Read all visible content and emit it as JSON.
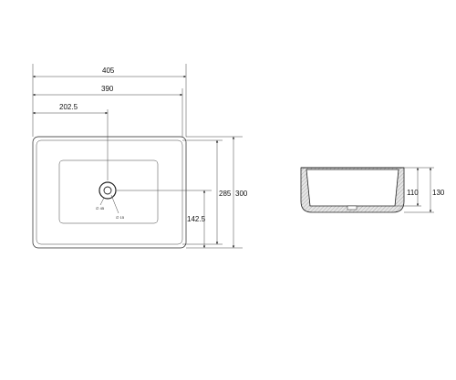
{
  "top_view": {
    "dim_overall_width": "405",
    "dim_inner_width": "390",
    "dim_drain_offset_x": "202.5",
    "dim_inner_depth": "285",
    "dim_overall_depth": "300",
    "dim_drain_offset_y": "142.5",
    "drain_label_outer": "∅ 45",
    "drain_label_inner": "∅ 15"
  },
  "side_view": {
    "dim_inner_height": "110",
    "dim_overall_height": "130"
  }
}
